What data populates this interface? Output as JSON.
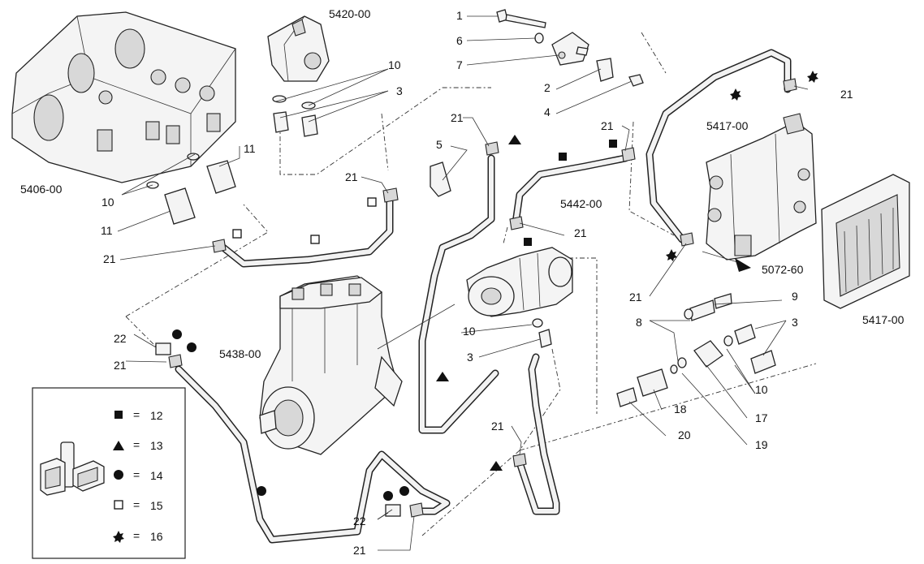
{
  "assemblies": {
    "cylinder_head": "5406-00",
    "bracket_top": "5420-00",
    "compressor": "5438-00",
    "pump_pipe": "5442-00",
    "ecu_bracket": "5417-00",
    "ecu_unit": "5417-00",
    "arrow_ref": "5072-60"
  },
  "callouts": {
    "n1": "1",
    "n2": "2",
    "n3a": "3",
    "n3b": "3",
    "n3c": "3",
    "n4": "4",
    "n5": "5",
    "n6": "6",
    "n7": "7",
    "n8": "8",
    "n9": "9",
    "n10a": "10",
    "n10b": "10",
    "n10c": "10",
    "n10d": "10",
    "n11a": "11",
    "n11b": "11",
    "n17": "17",
    "n18": "18",
    "n19": "19",
    "n20": "20",
    "n21a": "21",
    "n21b": "21",
    "n21c": "21",
    "n21d": "21",
    "n21e": "21",
    "n21f": "21",
    "n21g": "21",
    "n21h": "21",
    "n21i": "21",
    "n21j": "21",
    "n22a": "22",
    "n22b": "22"
  },
  "legend": {
    "items": [
      {
        "symbol": "square-filled",
        "eq": "=",
        "ref": "12"
      },
      {
        "symbol": "triangle-filled",
        "eq": "=",
        "ref": "13"
      },
      {
        "symbol": "circle-filled",
        "eq": "=",
        "ref": "14"
      },
      {
        "symbol": "square-open",
        "eq": "=",
        "ref": "15"
      },
      {
        "symbol": "star-filled",
        "eq": "=",
        "ref": "16"
      }
    ]
  },
  "colors": {
    "ink": "#111111",
    "paper": "#ffffff"
  }
}
